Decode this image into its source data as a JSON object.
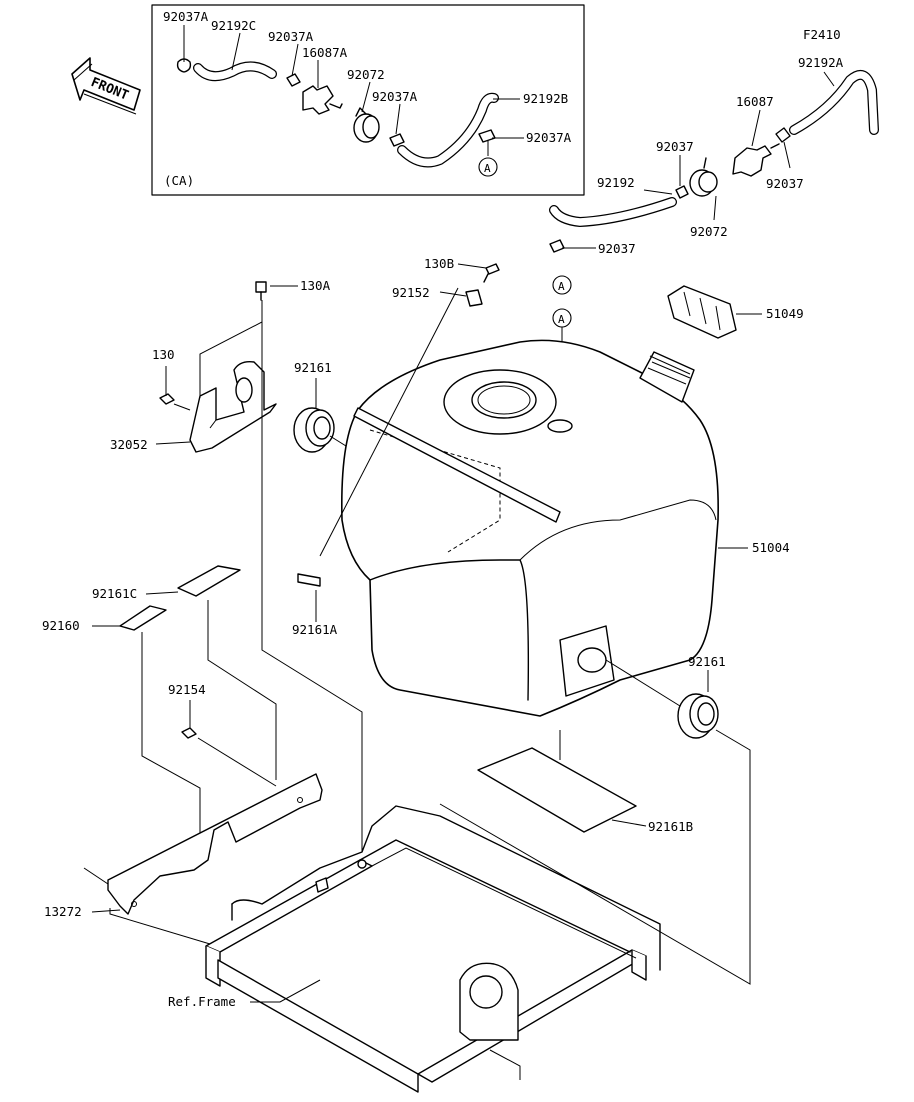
{
  "figure_code": "F2410",
  "front_label": "FRONT",
  "inset_label": "(CA)",
  "connector_label": "A",
  "part_numbers": {
    "p92037A_a": "92037A",
    "p92192C": "92192C",
    "p92037A_b": "92037A",
    "p16087A": "16087A",
    "p92072_ca": "92072",
    "p92037A_c": "92037A",
    "p92192B": "92192B",
    "p92037A_d": "92037A",
    "p92192A": "92192A",
    "p16087": "16087",
    "p92037_a": "92037",
    "p92037_b": "92037",
    "p92192": "92192",
    "p92072": "92072",
    "p92037_c": "92037",
    "p130B": "130B",
    "p92152": "92152",
    "p130A": "130A",
    "p51049": "51049",
    "p130": "130",
    "p92161_a": "92161",
    "p32052": "32052",
    "p51004": "51004",
    "p92161C": "92161C",
    "p92160": "92160",
    "p92161A": "92161A",
    "p92161_b": "92161",
    "p92154": "92154",
    "p92161B": "92161B",
    "p13272": "13272",
    "ref_frame": "Ref.Frame"
  }
}
